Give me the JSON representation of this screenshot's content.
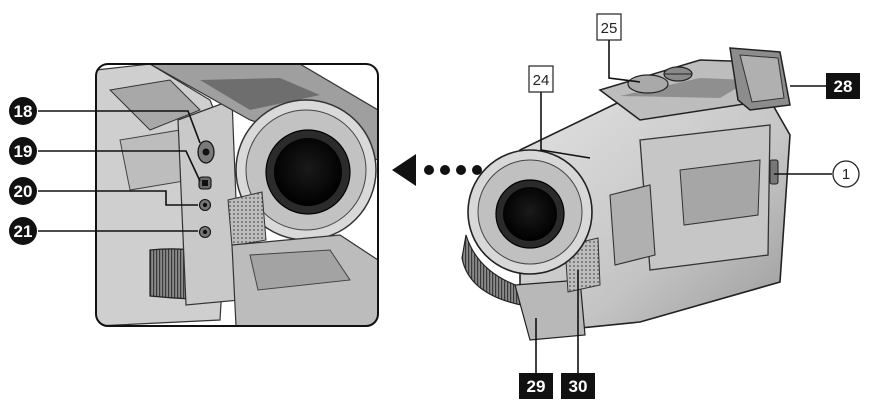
{
  "callouts": {
    "c18": "18",
    "c19": "19",
    "c20": "20",
    "c21": "21",
    "c24": "24",
    "c25": "25",
    "c28": "28",
    "c29": "29",
    "c30": "30",
    "c1": "1"
  },
  "colors": {
    "body_light": "#d4d4d4",
    "body_mid": "#b4b4b4",
    "body_dark": "#8a8a8a",
    "ink": "#111111"
  }
}
